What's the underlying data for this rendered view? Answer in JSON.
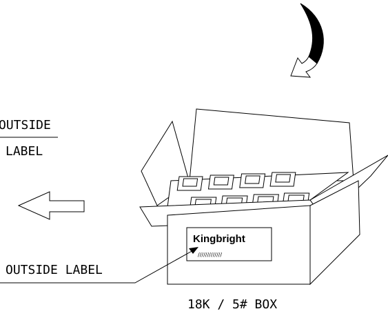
{
  "labels": {
    "outside_top": "OUTSIDE",
    "label_top": "LABEL",
    "outside_label": "OUTSIDE LABEL",
    "box_caption": "18K / 5# BOX"
  },
  "box_label": {
    "brand": "Kingbright",
    "stripe_text": "/////////////"
  },
  "reel_count": {
    "back_row": 4,
    "front_row": 4
  }
}
